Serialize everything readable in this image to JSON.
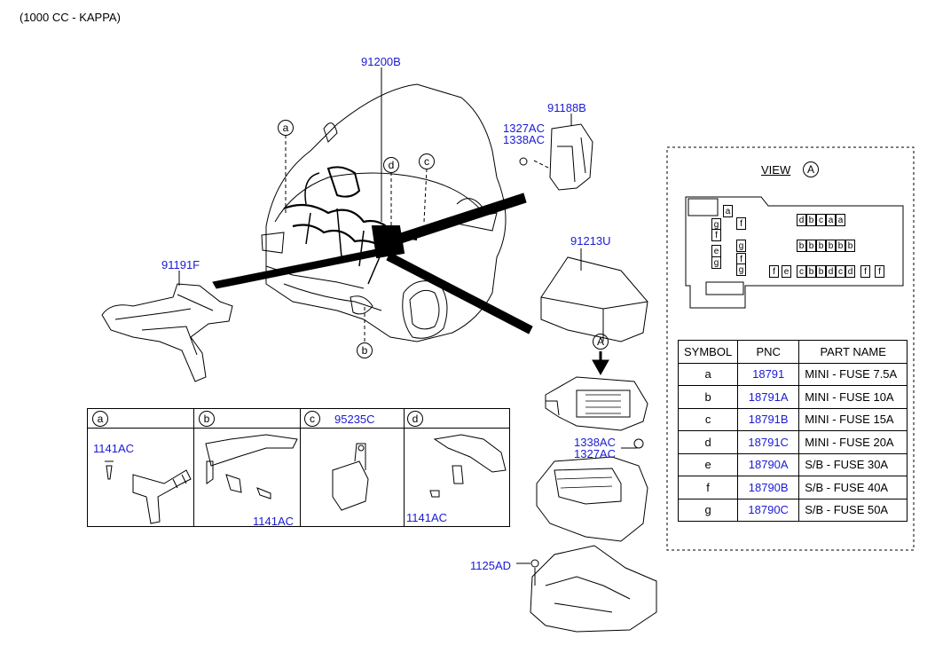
{
  "engine_label": "(1000 CC - KAPPA)",
  "callouts": {
    "main_harness": "91200B",
    "relay_box_bracket": "91188B",
    "bracket_fasteners": [
      "1327AC",
      "1338AC"
    ],
    "front_harness": "91191F",
    "fuse_box_cover": "91213U",
    "box_fasteners": [
      "1338AC",
      "1327AC"
    ],
    "bottom_bolt": "1125AD"
  },
  "view_label": "VIEW",
  "view_marker": "A",
  "detail_boxes": [
    {
      "letter": "a",
      "header_text": "",
      "parts": [
        "1141AC"
      ]
    },
    {
      "letter": "b",
      "header_text": "",
      "parts": [
        "1141AC"
      ]
    },
    {
      "letter": "c",
      "header_text": "95235C",
      "parts": []
    },
    {
      "letter": "d",
      "header_text": "",
      "parts": [
        "1141AC"
      ]
    }
  ],
  "car_refs": [
    "a",
    "b",
    "c",
    "d"
  ],
  "fuse_layout": {
    "left_column": [
      "g",
      "f",
      "e",
      "g"
    ],
    "left_column2": [
      "f",
      "g",
      "f",
      "g"
    ],
    "top_cell": "a",
    "right_row1": [
      "d",
      "b",
      "c",
      "a",
      "a"
    ],
    "right_row2": [
      "b",
      "b",
      "b",
      "b",
      "b",
      "b"
    ],
    "bottom_row": [
      "f",
      "e",
      "c",
      "b",
      "b",
      "d",
      "c",
      "d",
      "f",
      "f"
    ]
  },
  "table": {
    "headers": [
      "SYMBOL",
      "PNC",
      "PART NAME"
    ],
    "rows": [
      {
        "symbol": "a",
        "pnc": "18791",
        "name": "MINI - FUSE 7.5A"
      },
      {
        "symbol": "b",
        "pnc": "18791A",
        "name": "MINI - FUSE 10A"
      },
      {
        "symbol": "c",
        "pnc": "18791B",
        "name": "MINI - FUSE 15A"
      },
      {
        "symbol": "d",
        "pnc": "18791C",
        "name": "MINI - FUSE 20A"
      },
      {
        "symbol": "e",
        "pnc": "18790A",
        "name": "S/B - FUSE 30A"
      },
      {
        "symbol": "f",
        "pnc": "18790B",
        "name": "S/B - FUSE 40A"
      },
      {
        "symbol": "g",
        "pnc": "18790C",
        "name": "S/B - FUSE 50A"
      }
    ]
  },
  "colors": {
    "pnc_text": "#1a1ad6",
    "line": "#000000"
  }
}
